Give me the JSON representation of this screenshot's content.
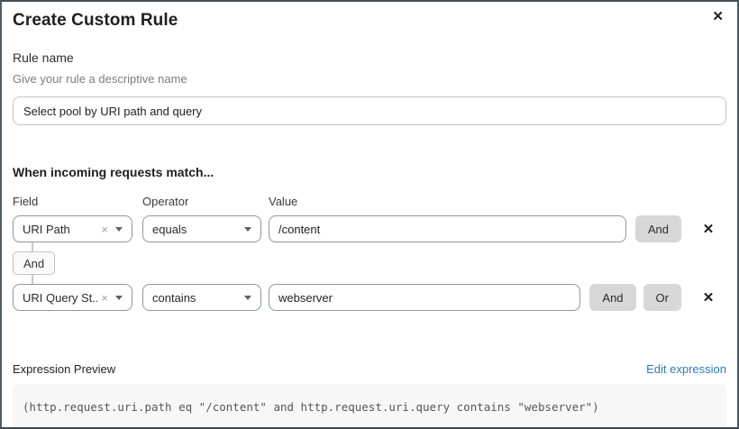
{
  "modal": {
    "title": "Create Custom Rule"
  },
  "icons": {
    "close": "✕",
    "remove_row": "✕",
    "clear_selection": "×"
  },
  "rule_name": {
    "label": "Rule name",
    "helper": "Give your rule a descriptive name",
    "value": "Select pool by URI path and query"
  },
  "match": {
    "heading": "When incoming requests match...",
    "columns": {
      "field": "Field",
      "operator": "Operator",
      "value": "Value"
    },
    "connector": "And",
    "rows": [
      {
        "field": "URI Path",
        "operator": "equals",
        "value": "/content",
        "and_label": "And"
      },
      {
        "field": "URI Query St...",
        "operator": "contains",
        "value": "webserver",
        "and_label": "And",
        "or_label": "Or"
      }
    ]
  },
  "expression": {
    "label": "Expression Preview",
    "edit_link": "Edit expression",
    "code": "(http.request.uri.path eq \"/content\" and http.request.uri.query contains \"webserver\")"
  },
  "colors": {
    "link_blue": "#2e7cb8",
    "button_gray": "#d7d7d7",
    "code_bg": "#f7f7f7",
    "border_gray": "#8f969c"
  }
}
